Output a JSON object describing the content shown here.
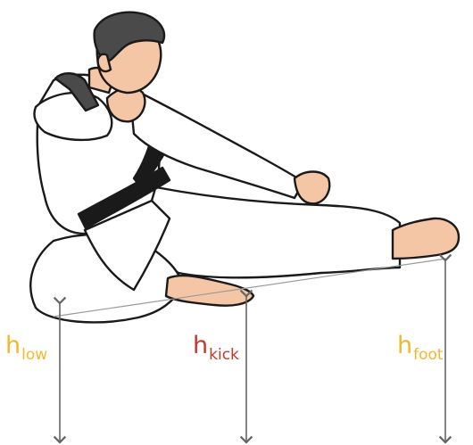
{
  "colors": {
    "h_low": "#F2B82C",
    "h_kick": "#C0392B",
    "h_foot": "#F2B82C",
    "arrow": "#666666",
    "outline": "#1a1a1a",
    "skin": "#F4C6A5",
    "hair": "#4a4a4a",
    "gi": "#ffffff",
    "belt": "#1a1a1a"
  },
  "labels": {
    "low": {
      "main": "h",
      "sub": "low"
    },
    "kick": {
      "main": "h",
      "sub": "kick"
    },
    "foot": {
      "main": "h",
      "sub": "foot"
    }
  },
  "figure": {
    "subject": "karate-fighter-side-kick"
  }
}
